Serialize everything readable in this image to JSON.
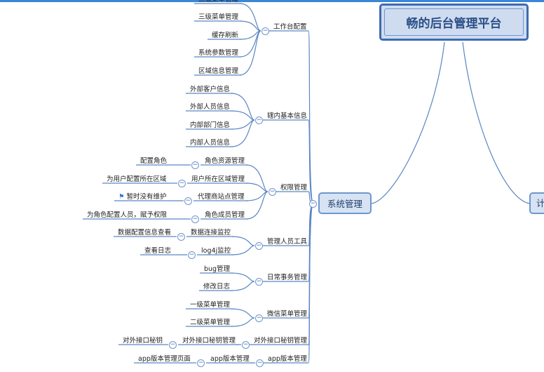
{
  "title": "畅的后台管理平台",
  "system_node": "系统管理",
  "right_node": "计",
  "collapse_symbol": "−",
  "colors": {
    "line": "#5b86c3",
    "topbar": "#3a86d8",
    "accent": "#3e6cb0",
    "flag": "#3a7bd5"
  },
  "groups": [
    {
      "label": "工作台配置",
      "items": [
        {
          "label": "二级菜单管理"
        },
        {
          "label": "三级菜单管理"
        },
        {
          "label": "缓存刷新"
        },
        {
          "label": "系统参数管理"
        },
        {
          "label": "区域信息管理"
        }
      ]
    },
    {
      "label": "辖内基本信息",
      "items": [
        {
          "label": "外部客户信息"
        },
        {
          "label": "外部人员信息"
        },
        {
          "label": "内部部门信息"
        },
        {
          "label": "内部人员信息"
        }
      ]
    },
    {
      "label": "权限管理",
      "items": [
        {
          "label": "角色资源管理",
          "child": "配置角色"
        },
        {
          "label": "用户所在区域管理",
          "child": "为用户配置所在区域"
        },
        {
          "label": "代理商站点管理",
          "child": "暂时没有维护",
          "child_icon": "flag-icon"
        },
        {
          "label": "角色成员管理",
          "child": "为角色配置人员，赋予权限"
        }
      ]
    },
    {
      "label": "管理人员工具",
      "items": [
        {
          "label": "数据连接监控",
          "child": "数据配置信息查看"
        },
        {
          "label": "log4j监控",
          "child": "查看日志"
        }
      ]
    },
    {
      "label": "日常事务管理",
      "items": [
        {
          "label": "bug管理"
        },
        {
          "label": "修改日志"
        }
      ]
    },
    {
      "label": "微信菜单管理",
      "items": [
        {
          "label": "一级菜单管理"
        },
        {
          "label": "二级菜单管理"
        }
      ]
    },
    {
      "label": "对外接口秘钥管理",
      "items": [
        {
          "label": "对外接口秘钥管理",
          "child": "对外接口秘钥"
        }
      ]
    },
    {
      "label": "app版本管理",
      "items": [
        {
          "label": "app版本管理",
          "child": "app版本管理页面"
        }
      ]
    }
  ]
}
